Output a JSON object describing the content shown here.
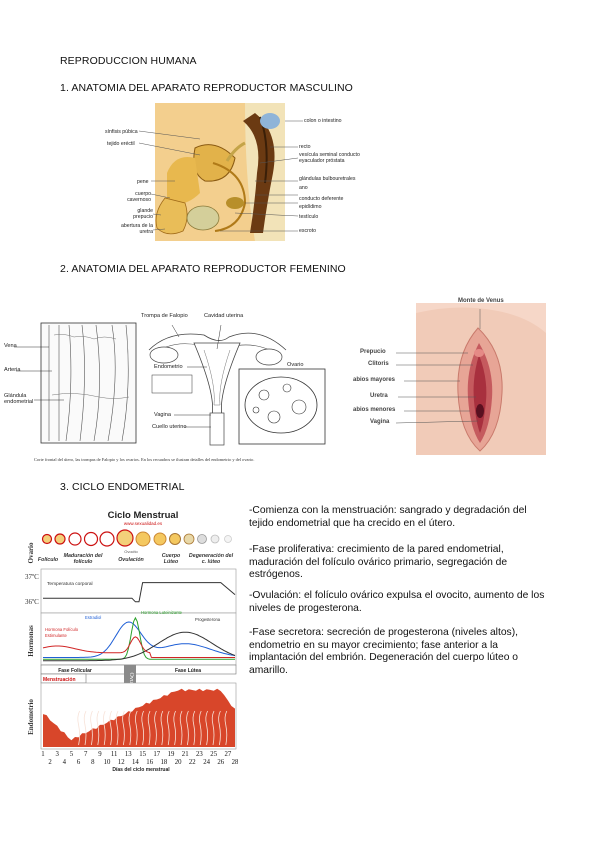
{
  "doc": {
    "title": "REPRODUCCION HUMANA",
    "section1": "1. ANATOMIA DEL APARATO REPRODUCTOR MASCULINO",
    "section2": "2. ANATOMIA DEL APARATO REPRODUCTOR FEMENINO",
    "section3": "3. CICLO ENDOMETRIAL"
  },
  "male_labels": {
    "left": [
      "sínfisis púbica",
      "tejido eréctil",
      "pene",
      "cuerpo cavernoso",
      "glande prepucio",
      "abertura de la uretra"
    ],
    "right": [
      "colon o intestino",
      "recto",
      "vesícula seminal conducto eyaculador próstata",
      "glándulas bulbouretrales",
      "ano",
      "conducto deferente",
      "epidídimo",
      "testículo",
      "escroto"
    ]
  },
  "female_int_labels": {
    "top": [
      "Trompa de Falopio",
      "Cavidad uterina"
    ],
    "left": [
      "Vena",
      "Arteria",
      "Glándula endometrial"
    ],
    "middle": [
      "Endometrio",
      "Vagina",
      "Cuello uterino",
      "Ovario"
    ],
    "caption": "Corte frontal del útero, las trompas de Falopio y los ovarios. En los recuadros se ilustran detalles del endometrio y del ovario."
  },
  "vulva_labels": {
    "top": "Monte de Venus",
    "left": [
      "Prepucio",
      "Clitoris",
      "abios mayores",
      "Uretra",
      "abios menores",
      "Vagina"
    ]
  },
  "cycle_text": [
    "-Comienza con la menstruación: sangrado y degradación del tejido endometrial que ha crecido en el útero.",
    "-Fase proliferativa: crecimiento de la pared endometrial, maduración del folículo ovárico primario, segregación de estrógenos.",
    "-Ovulación: el folículo ovárico expulsa el ovocito, aumento de los niveles de progesterona.",
    "-Fase secretora: secreción de progesterona (niveles altos), endometrio en su mayor crecimiento; fase anterior a la implantación del embrión. Degeneración del cuerpo lúteo o amarillo."
  ],
  "cycle_chart": {
    "title": "Ciclo Menstrual",
    "site": "www.sexualidad.es",
    "ovary_label": "Ovario",
    "stages": [
      "Folículo",
      "Maduración del folículo",
      "Ovulación",
      "Cuerpo Lúteo",
      "Degeneración del c. lúteo"
    ],
    "ovocito": "Ovocito",
    "temp_title": "Temperatura corporal",
    "temp_high": "37ºC",
    "temp_low": "36ºC",
    "hormonas_label": "Hormonas",
    "hormones": [
      "Estradiol",
      "Hormona Luteinizante",
      "Progesterona",
      "Hormona Folículo Estimulante"
    ],
    "phases": [
      "Fase Folicular",
      "Fase Lútea"
    ],
    "menstruacion": "Menstruación",
    "ovulacion": "Ovulación",
    "endometrio_label": "Endometrio",
    "days_top": [
      "1",
      "3",
      "5",
      "7",
      "9",
      "11",
      "13",
      "15",
      "17",
      "19",
      "21",
      "23",
      "25",
      "27"
    ],
    "days_bottom": [
      "2",
      "4",
      "6",
      "8",
      "10",
      "12",
      "14",
      "16",
      "18",
      "20",
      "22",
      "24",
      "26",
      "28"
    ],
    "xlabel": "Días del ciclo menstrual",
    "colors": {
      "estradiol": "#1f5fd6",
      "lh": "#2aa02a",
      "progesterona": "#333333",
      "fsh": "#d12525",
      "endometrio": "#d8462a"
    }
  }
}
